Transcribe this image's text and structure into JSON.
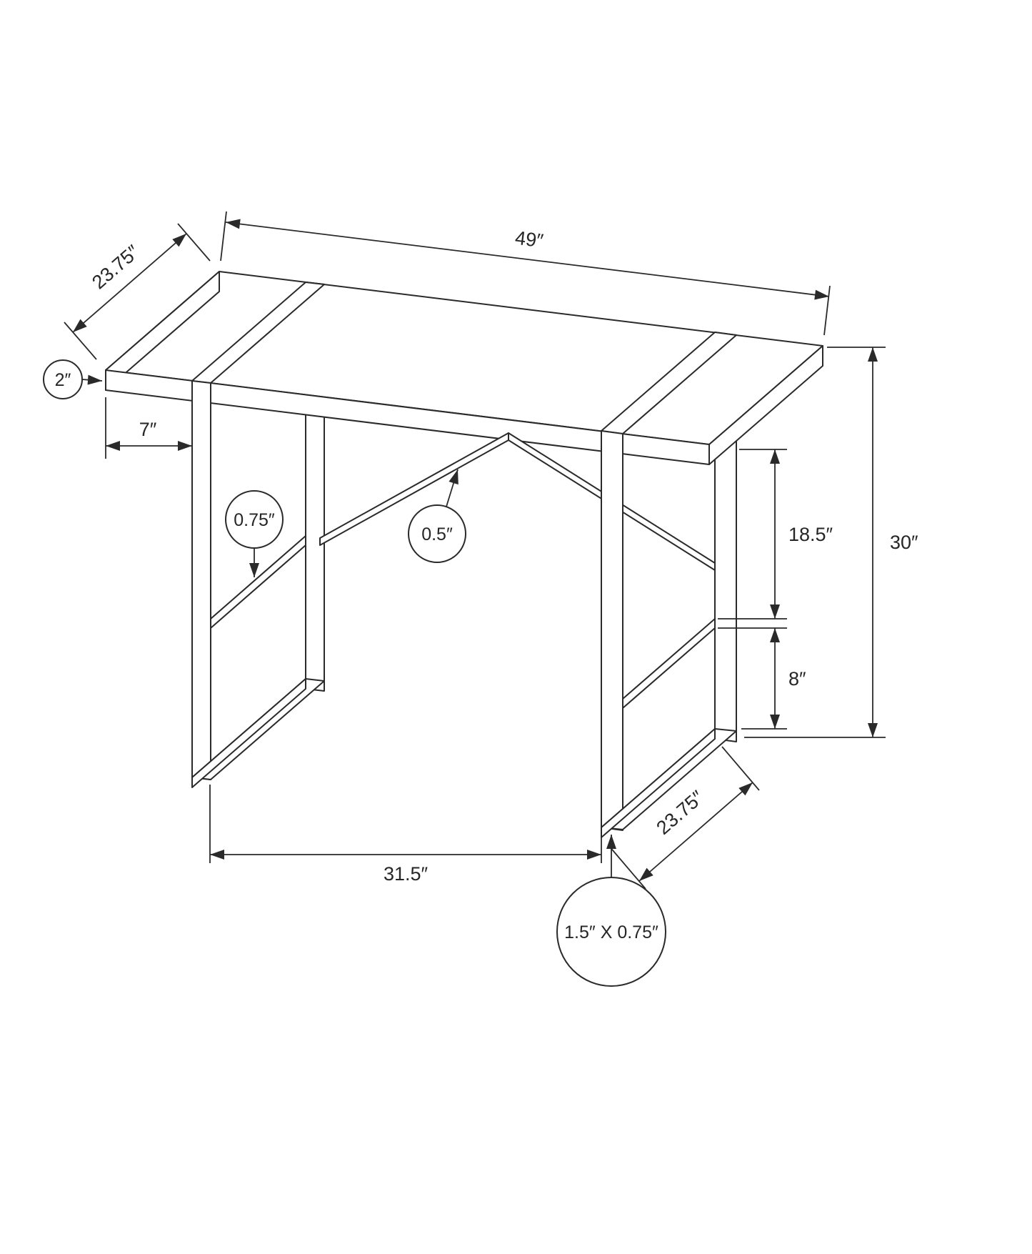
{
  "background_color": "#ffffff",
  "line_color": "#2a2a2a",
  "annotations": {
    "top_depth": "23.75″",
    "top_width": "49″",
    "top_thickness": "2″",
    "top_overhang": "7″",
    "shelf_thickness": "0.75″",
    "crossbar_thickness": "0.5″",
    "upper_opening_height": "18.5″",
    "lower_opening_height": "8″",
    "overall_height": "30″",
    "leg_clearance_width": "31.5″",
    "base_depth": "23.75″",
    "tube_dimensions": "1.5″ X 0.75″"
  }
}
